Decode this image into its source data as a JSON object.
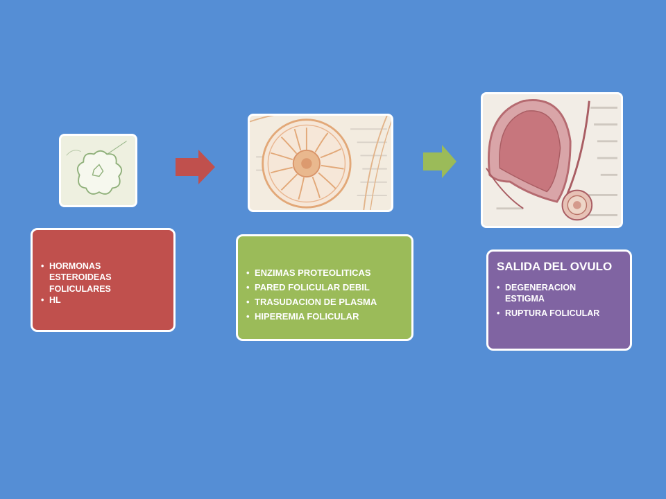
{
  "colors": {
    "background": "#558ed5",
    "step1": "#c0504d",
    "step2": "#9bbb59",
    "step3": "#8064a2"
  },
  "steps": [
    {
      "title": "",
      "bullets": [
        "HORMONAS ESTEROIDEAS FOLICULARES",
        "HL"
      ]
    },
    {
      "title": "",
      "bullets": [
        "ENZIMAS PROTEOLITICAS",
        "PARED FOLICULAR DEBIL",
        "TRASUDACION DE PLASMA",
        "HIPEREMIA FOLICULAR"
      ]
    },
    {
      "title": "SALIDA DEL OVULO",
      "bullets": [
        "DEGENERACION ESTIGMA",
        "RUPTURA FOLICULAR"
      ]
    }
  ]
}
